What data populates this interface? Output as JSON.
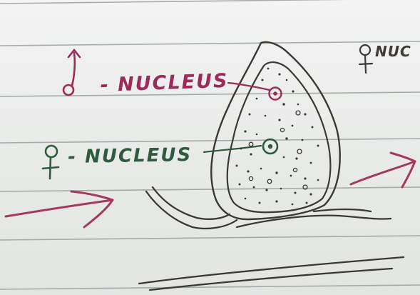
{
  "labels": {
    "male_nucleus": "- NUCLEUS",
    "female_nucleus": "- NUCLEUS",
    "corner_text": "NUC"
  },
  "icons": {
    "male": "male-symbol-icon",
    "female": "female-symbol-icon",
    "corner": "female-symbol-icon"
  },
  "colors": {
    "paper": "#eceeec",
    "rule_line": "#9aa09d",
    "ink": "#3a3833",
    "male_ink": "#9c2a5a",
    "female_ink": "#2f5a3e",
    "corner_ink": "#3d3a38"
  }
}
